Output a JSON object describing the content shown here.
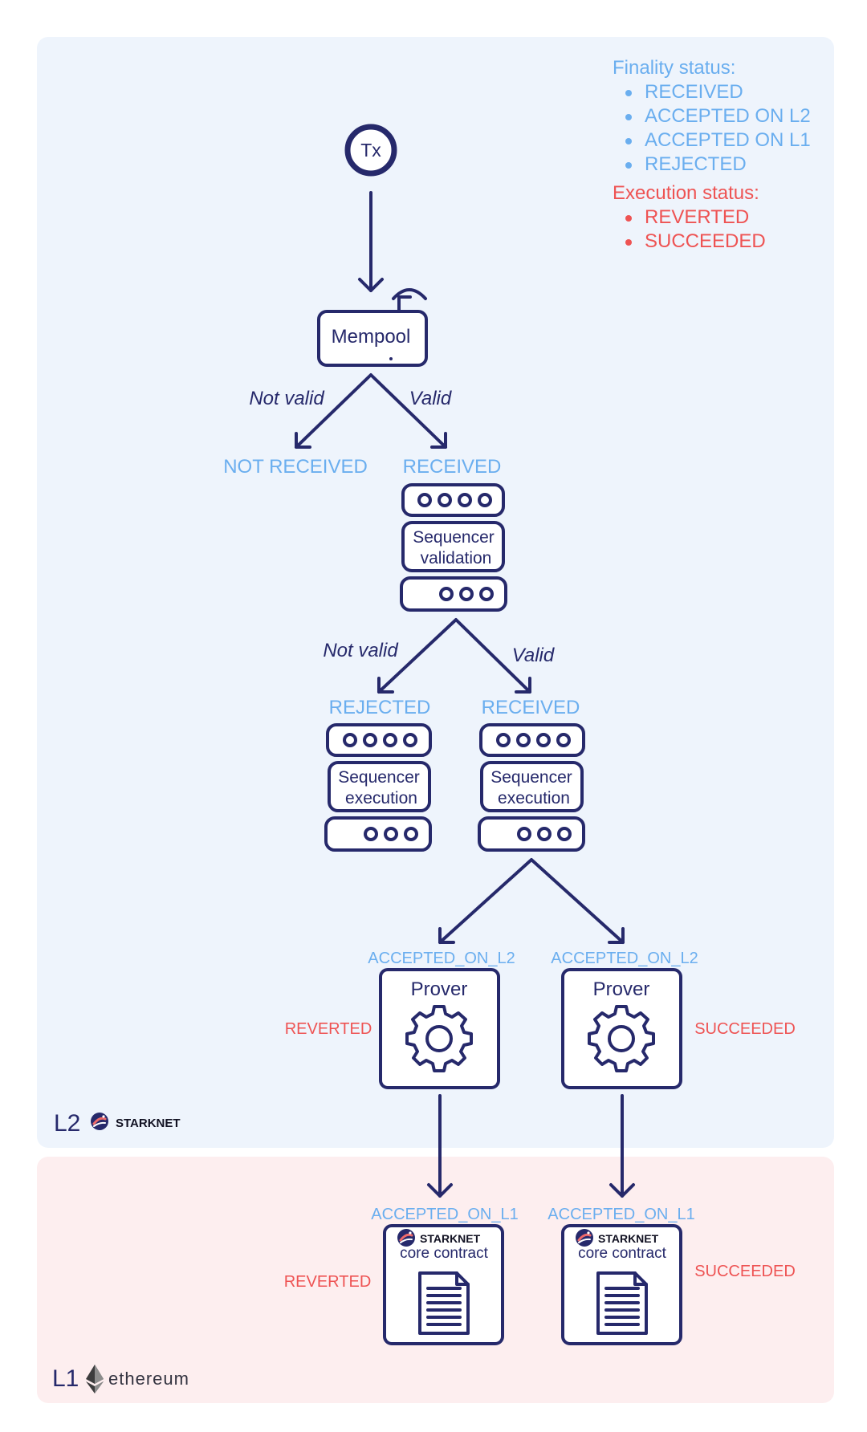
{
  "legend": {
    "finality_title": "Finality status:",
    "finality_items": [
      "RECEIVED",
      "ACCEPTED ON L2",
      "ACCEPTED ON L1",
      "REJECTED"
    ],
    "execution_title": "Execution status:",
    "execution_items": [
      "REVERTED",
      "SUCCEEDED"
    ]
  },
  "nodes": {
    "tx": "Tx",
    "mempool": "Mempool",
    "validation_line1": "Sequencer",
    "validation_line2": "validation",
    "execution_line1": "Sequencer",
    "execution_line2": "execution",
    "prover": "Prover",
    "core_brand": "STARKNET",
    "core_label": "core contract"
  },
  "edges": {
    "not_valid": "Not valid",
    "valid": "Valid"
  },
  "statuses": {
    "not_received": "NOT RECEIVED",
    "received": "RECEIVED",
    "rejected": "REJECTED",
    "accepted_on_l2": "ACCEPTED_ON_L2",
    "accepted_on_l1": "ACCEPTED_ON_L1",
    "reverted": "REVERTED",
    "succeeded": "SUCCEEDED"
  },
  "layers": {
    "l2_label": "L2",
    "l2_brand": "STARKNET",
    "l1_label": "L1",
    "l1_brand": "ethereum"
  },
  "colors": {
    "finality": "#6aaeef",
    "execution": "#ee5353",
    "ink": "#26296b",
    "l2_background": "#eef4fc",
    "l1_background": "#fdeeef"
  }
}
